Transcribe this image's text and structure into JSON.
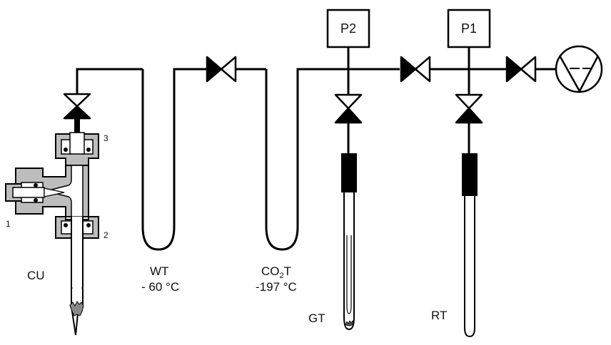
{
  "labels": {
    "cu": "CU",
    "num_1": "1",
    "num_2": "2",
    "num_3": "3",
    "wt_name": "WT",
    "wt_temp": "- 60 °C",
    "co2t_prefix": "CO",
    "co2t_sub": "2",
    "co2t_suffix": "T",
    "co2t_temp": "-197 °C",
    "p2": "P2",
    "p1": "P1",
    "gt": "GT",
    "rt": "RT"
  },
  "colors": {
    "line": "#000000",
    "gray_fitting": "#bdbdbd",
    "dark_gray": "#555555"
  },
  "icons": [
    "valve-icon",
    "pressure-gauge-icon",
    "vacuum-pump-icon",
    "o-ring-icon"
  ]
}
